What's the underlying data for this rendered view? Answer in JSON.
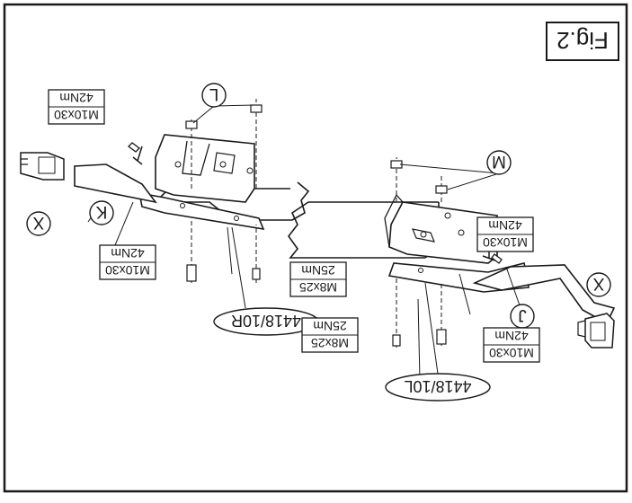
{
  "figure": {
    "label": "Fig.2",
    "callouts": {
      "X": "X",
      "K": "K",
      "L": "L",
      "M": "M",
      "J": "J"
    },
    "part_numbers": {
      "right": "4418/10R",
      "left": "4418/10L"
    },
    "bolt_specs": {
      "m10_size": "M10x30",
      "m10_torque": "42Nm",
      "m8_size": "M8x25",
      "m8_torque": "25Nm"
    }
  }
}
